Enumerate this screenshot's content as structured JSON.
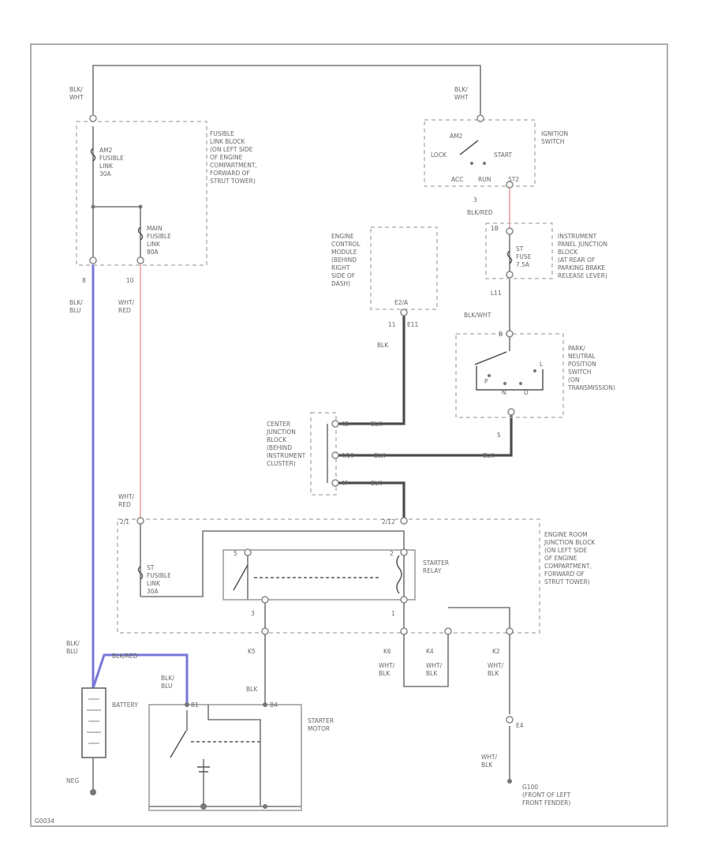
{
  "colors": {
    "wire": "#777777",
    "thick_wire": "#4d4d4d",
    "red_wire": "#f0a0a0",
    "blue_wire": "#7777d8",
    "box": "#b5b5b5",
    "text": "#666666"
  },
  "labels": {
    "top_left_wire": [
      "BLK/",
      "WHT"
    ],
    "top_right_wire": [
      "BLK/",
      "WHT"
    ],
    "fusible_block": [
      "FUSIBLE",
      "LINK BLOCK",
      "(ON LEFT SIDE",
      "OF ENGINE",
      "COMPARTMENT,",
      "FORWARD OF",
      "STRUT TOWER)"
    ],
    "am2_link": [
      "AM2",
      "FUSIBLE",
      "LINK",
      "30A"
    ],
    "main_link": [
      "MAIN",
      "FUSIBLE",
      "LINK",
      "80A"
    ],
    "fl_pin_a": "8",
    "fl_pin_b": "10",
    "blk_blu_1": [
      "BLK/",
      "BLU"
    ],
    "wht_red_1": [
      "WHT/",
      "RED"
    ],
    "ignition_switch": [
      "IGNITION",
      "SWITCH"
    ],
    "ign_am2": "AM2",
    "ign_lock": "LOCK",
    "ign_start": "START",
    "ign_acc": "ACC",
    "ign_run": "RUN",
    "ign_sts": "ST2",
    "ign_pin": "3",
    "blk_red": "BLK/RED",
    "ecm": [
      "ENGINE",
      "CONTROL",
      "MODULE",
      "(BEHIND",
      "RIGHT",
      "SIDE OF",
      "DASH)"
    ],
    "ecm_pin": "E2/A",
    "ecm_pin_b": "E11",
    "ecm_pin_c": "11",
    "blk_1": "BLK",
    "ipjb": [
      "INSTRUMENT",
      "PANEL JUNCTION",
      "BLOCK",
      "(AT REAR OF",
      "PARKING BRAKE",
      "RELEASE LEVER)"
    ],
    "ipjb_pin_top": "1B",
    "ipjb_fuse": [
      "ST",
      "FUSE",
      "7.5A"
    ],
    "ipjb_pin_bot": "L11",
    "blk_wht": "BLK/WHT",
    "pnp_pin_top": "B",
    "pnp": [
      "PARK/",
      "NEUTRAL",
      "POSITION",
      "SWITCH",
      "(ON",
      "TRANSMISSION)"
    ],
    "pnp_p": "P",
    "pnp_n": "N",
    "pnp_d": "D",
    "pnp_l": "L",
    "pnp_pin_bot": "5",
    "cjb": [
      "CENTER",
      "JUNCTION",
      "BLOCK",
      "(BEHIND",
      "INSTRUMENT",
      "CLUSTER)"
    ],
    "cjb_pin_1": "4B",
    "cjb_pin_2": "4/19",
    "cjb_pin_3": "4F",
    "cjb_wire_1": "BLK",
    "cjb_wire_2": "BLK",
    "cjb_wire_3": "BLK",
    "cjb_wire_4": "BLK",
    "wht_red_2": [
      "WHT/",
      "RED"
    ],
    "erjb": [
      "ENGINE ROOM",
      "JUNCTION BLOCK",
      "(ON LEFT SIDE",
      "OF ENGINE",
      "COMPARTMENT,",
      "FORWARD OF",
      "STRUT TOWER)"
    ],
    "erjb_pin_a": "2/1",
    "erjb_pin_b": "2/12",
    "st_link": [
      "ST",
      "FUSIBLE",
      "LINK",
      "30A"
    ],
    "relay": [
      "STARTER",
      "RELAY"
    ],
    "relay_pin_2": "2",
    "relay_pin_3": "3",
    "relay_pin_5": "5",
    "relay_pin_1": "1",
    "erjb_pin_k5": "K5",
    "erjb_pin_k6": "K6",
    "erjb_pin_k4": "K4",
    "erjb_pin_k2": "K2",
    "wht_blk_1": [
      "WHT/",
      "BLK"
    ],
    "wht_blk_2": [
      "WHT/",
      "BLK"
    ],
    "wht_blk_3": [
      "WHT/",
      "BLK"
    ],
    "wht_blk_4": [
      "WHT/",
      "BLK"
    ],
    "e4": "E4",
    "ground": [
      "G100",
      "(FRONT OF LEFT",
      "FRONT FENDER)"
    ],
    "blk_blu_2": [
      "BLK/",
      "BLU"
    ],
    "blk_red_2": "BLK/RED",
    "blk_blu_3": [
      "BLK/",
      "BLU"
    ],
    "battery": "BATTERY",
    "motor_pin_b1": "B1",
    "motor_pin_b2": "B4",
    "blk_2": "BLK",
    "starter_motor": [
      "STARTER",
      "MOTOR"
    ],
    "neg_term": "NEG",
    "footer_code": "G0034"
  }
}
